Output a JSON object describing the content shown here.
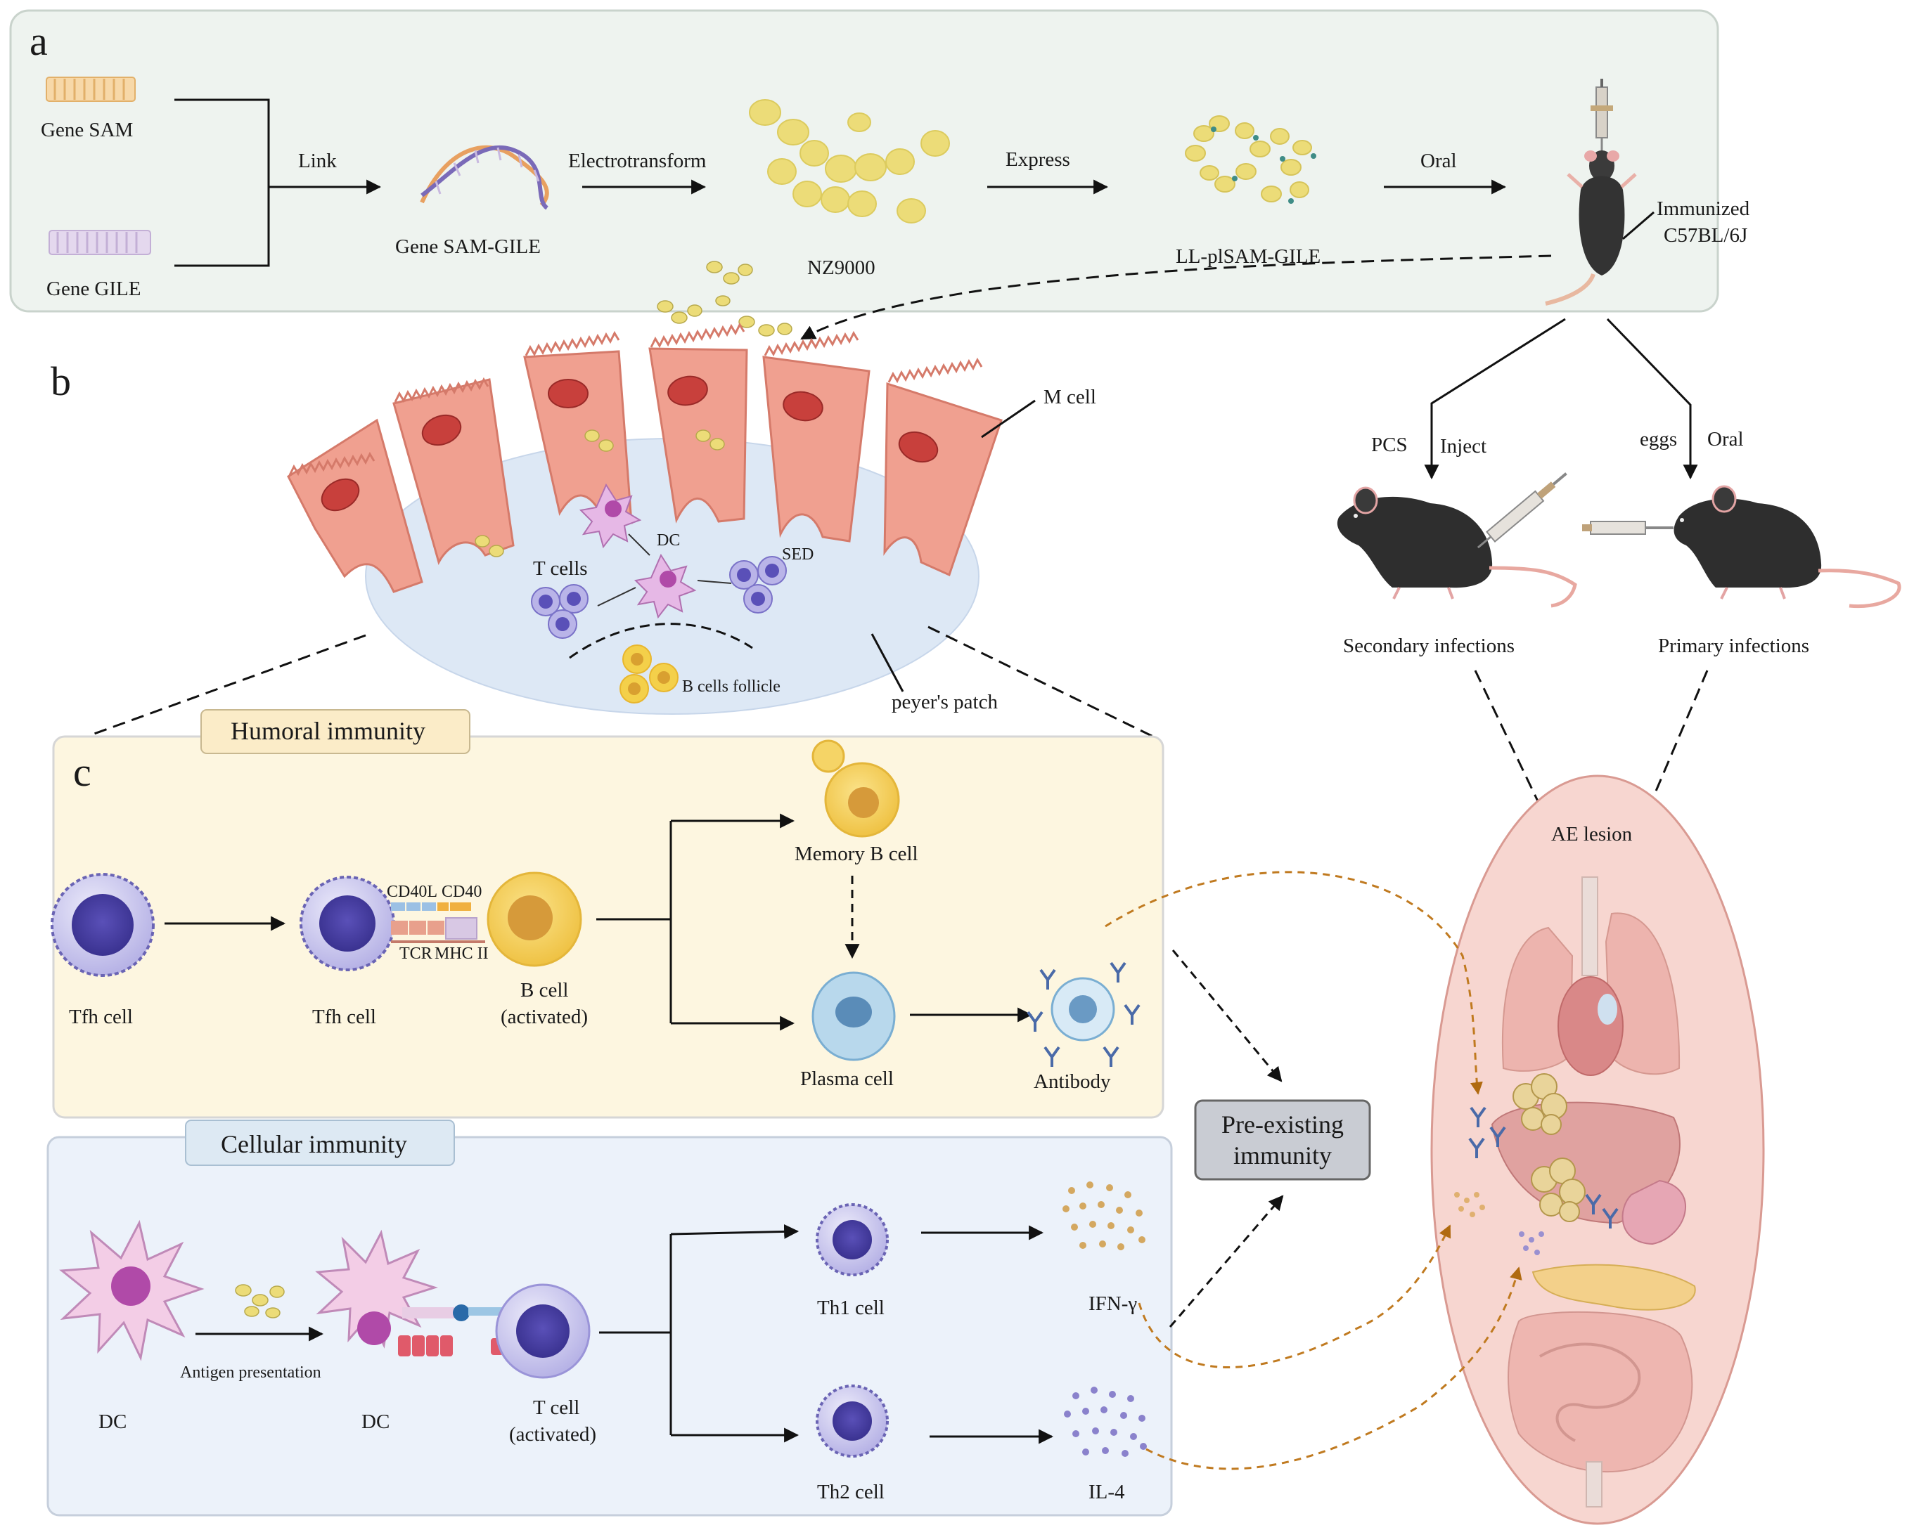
{
  "panel_letters": {
    "a": "a",
    "b": "b",
    "c": "c"
  },
  "panel_a": {
    "gene_sam": "Gene SAM",
    "gene_gile": "Gene GILE",
    "link": "Link",
    "gene_sam_gile": "Gene SAM-GILE",
    "electrotransform": "Electrotransform",
    "nz9000": "NZ9000",
    "express": "Express",
    "ll_plsam_gile": "LL-plSAM-GILE",
    "oral": "Oral",
    "immunized_line1": "Immunized",
    "immunized_line2": "C57BL/6J"
  },
  "panel_b": {
    "m_cell": "M cell",
    "dc": "DC",
    "t_cells": "T cells",
    "sed": "SED",
    "b_cells_follicle": "B cells follicle",
    "peyers_patch": "peyer's patch"
  },
  "infection": {
    "pcs": "PCS",
    "inject": "Inject",
    "eggs": "eggs",
    "oral": "Oral",
    "secondary": "Secondary infections",
    "primary": "Primary infections",
    "ae_lesion": "AE lesion"
  },
  "humoral": {
    "title": "Humoral immunity",
    "tfh_cell_1": "Tfh cell",
    "tfh_cell_2": "Tfh cell",
    "cd40l": "CD40L",
    "cd40": "CD40",
    "tcr": "TCR",
    "mhc2": "MHC II",
    "b_cell_line1": "B cell",
    "b_cell_line2": "(activated)",
    "memory_b": "Memory B cell",
    "plasma": "Plasma cell",
    "antibody": "Antibody"
  },
  "cellular": {
    "title": "Cellular immunity",
    "dc_1": "DC",
    "antigen_presentation": "Antigen presentation",
    "dc_2": "DC",
    "t_cell_line1": "T cell",
    "t_cell_line2": "(activated)",
    "th1": "Th1 cell",
    "th2": "Th2 cell",
    "ifn": "IFN-γ",
    "il4": "IL-4"
  },
  "pre_existing": {
    "line1": "Pre-existing",
    "line2": "immunity"
  },
  "colors": {
    "panel_a_bg": "#eef3ef",
    "humoral_bg": "#fdf6e0",
    "cellular_bg": "#ecf2fa",
    "epithelium": "#f0a090",
    "nucleus": "#c8403c",
    "patch": "#dde8f5",
    "t_cell": "#7a72c8",
    "b_cell": "#f2c84a",
    "plasma": "#8fc0de",
    "dc": "#d070c8",
    "lesion_bg": "#f7d6d0",
    "orange_arrow": "#c07a20",
    "pre_box": "#c9ccd3"
  }
}
